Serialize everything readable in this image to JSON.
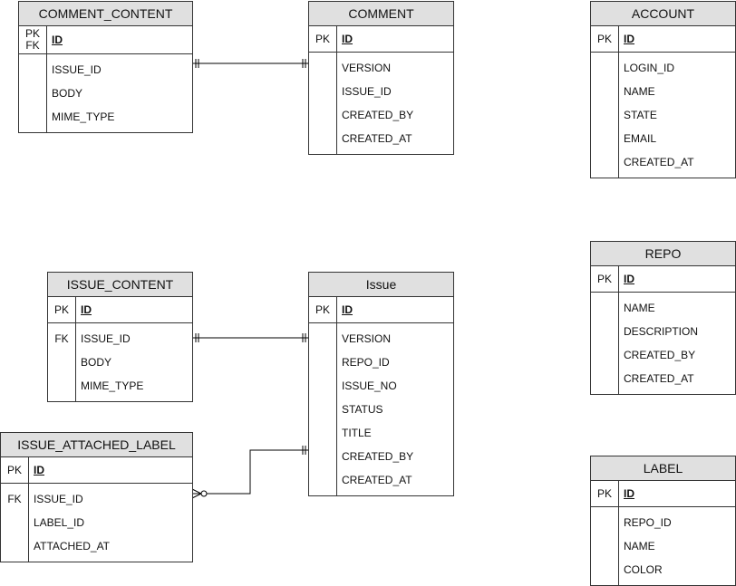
{
  "entities": [
    {
      "id": "comment-content",
      "title": "COMMENT_CONTENT",
      "pk": {
        "keys": [
          "PK",
          "FK"
        ],
        "field": "ID"
      },
      "fields": [
        {
          "key": "",
          "name": "ISSUE_ID"
        },
        {
          "key": "",
          "name": "BODY"
        },
        {
          "key": "",
          "name": "MIME_TYPE"
        }
      ]
    },
    {
      "id": "comment",
      "title": "COMMENT",
      "pk": {
        "keys": [
          "PK"
        ],
        "field": "ID"
      },
      "fields": [
        {
          "key": "",
          "name": "VERSION"
        },
        {
          "key": "",
          "name": "ISSUE_ID"
        },
        {
          "key": "",
          "name": "CREATED_BY"
        },
        {
          "key": "",
          "name": "CREATED_AT"
        }
      ]
    },
    {
      "id": "account",
      "title": "ACCOUNT",
      "pk": {
        "keys": [
          "PK"
        ],
        "field": "ID"
      },
      "fields": [
        {
          "key": "",
          "name": "LOGIN_ID"
        },
        {
          "key": "",
          "name": "NAME"
        },
        {
          "key": "",
          "name": "STATE"
        },
        {
          "key": "",
          "name": "EMAIL"
        },
        {
          "key": "",
          "name": "CREATED_AT"
        }
      ]
    },
    {
      "id": "issue-content",
      "title": "ISSUE_CONTENT",
      "pk": {
        "keys": [
          "PK"
        ],
        "field": "ID"
      },
      "fields": [
        {
          "key": "FK",
          "name": "ISSUE_ID"
        },
        {
          "key": "",
          "name": "BODY"
        },
        {
          "key": "",
          "name": "MIME_TYPE"
        }
      ]
    },
    {
      "id": "issue",
      "title": "Issue",
      "pk": {
        "keys": [
          "PK"
        ],
        "field": "ID"
      },
      "fields": [
        {
          "key": "",
          "name": "VERSION"
        },
        {
          "key": "",
          "name": "REPO_ID"
        },
        {
          "key": "",
          "name": "ISSUE_NO"
        },
        {
          "key": "",
          "name": "STATUS"
        },
        {
          "key": "",
          "name": "TITLE"
        },
        {
          "key": "",
          "name": "CREATED_BY"
        },
        {
          "key": "",
          "name": "CREATED_AT"
        }
      ]
    },
    {
      "id": "repo",
      "title": "REPO",
      "pk": {
        "keys": [
          "PK"
        ],
        "field": "ID"
      },
      "fields": [
        {
          "key": "",
          "name": "NAME"
        },
        {
          "key": "",
          "name": "DESCRIPTION"
        },
        {
          "key": "",
          "name": "CREATED_BY"
        },
        {
          "key": "",
          "name": "CREATED_AT"
        }
      ]
    },
    {
      "id": "issue-attached-label",
      "title": "ISSUE_ATTACHED_LABEL",
      "pk": {
        "keys": [
          "PK"
        ],
        "field": "ID"
      },
      "fields": [
        {
          "key": "FK",
          "name": "ISSUE_ID"
        },
        {
          "key": "",
          "name": "LABEL_ID"
        },
        {
          "key": "",
          "name": "ATTACHED_AT"
        }
      ]
    },
    {
      "id": "label",
      "title": "LABEL",
      "pk": {
        "keys": [
          "PK"
        ],
        "field": "ID"
      },
      "fields": [
        {
          "key": "",
          "name": "REPO_ID"
        },
        {
          "key": "",
          "name": "NAME"
        },
        {
          "key": "",
          "name": "COLOR"
        }
      ]
    }
  ],
  "relationships": [
    {
      "from": "comment-content",
      "to": "comment",
      "from_end": "one-and-only-one",
      "to_end": "one-and-only-one"
    },
    {
      "from": "issue-content",
      "to": "issue",
      "from_end": "one-and-only-one",
      "to_end": "one-and-only-one"
    },
    {
      "from": "issue-attached-label",
      "to": "issue",
      "from_end": "zero-or-many",
      "to_end": "one-and-only-one"
    }
  ],
  "colors": {
    "header_fill": "#e0e0e0",
    "border": "#333333",
    "background": "#ffffff"
  }
}
